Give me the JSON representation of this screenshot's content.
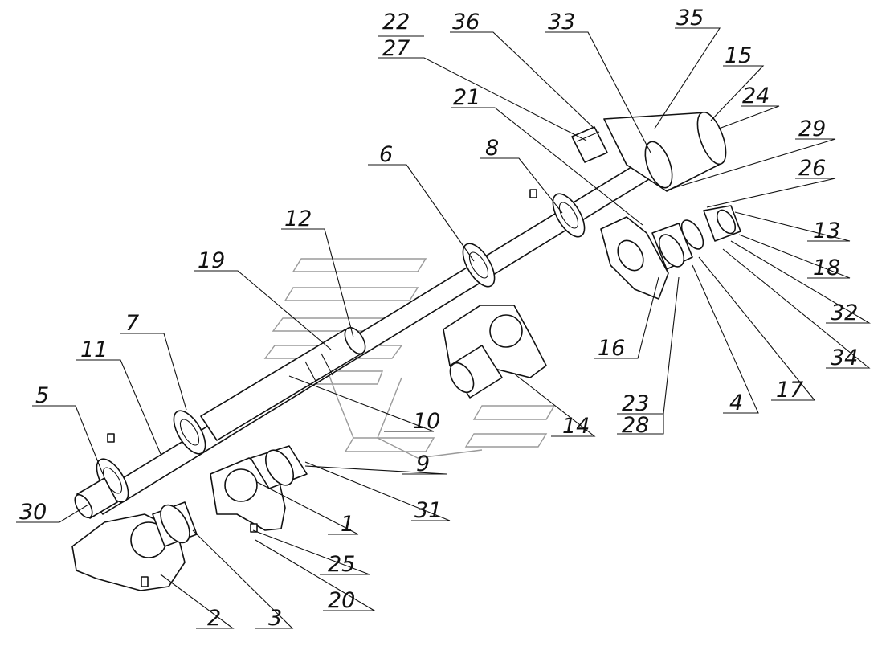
{
  "diagram": {
    "labels": [
      {
        "id": "22",
        "text": "22"
      },
      {
        "id": "27",
        "text": "27"
      },
      {
        "id": "36",
        "text": "36"
      },
      {
        "id": "33",
        "text": "33"
      },
      {
        "id": "35",
        "text": "35"
      },
      {
        "id": "15",
        "text": "15"
      },
      {
        "id": "24",
        "text": "24"
      },
      {
        "id": "21",
        "text": "21"
      },
      {
        "id": "29",
        "text": "29"
      },
      {
        "id": "26",
        "text": "26"
      },
      {
        "id": "8",
        "text": "8"
      },
      {
        "id": "6",
        "text": "6"
      },
      {
        "id": "13",
        "text": "13"
      },
      {
        "id": "18",
        "text": "18"
      },
      {
        "id": "32",
        "text": "32"
      },
      {
        "id": "34",
        "text": "34"
      },
      {
        "id": "12",
        "text": "12"
      },
      {
        "id": "19",
        "text": "19"
      },
      {
        "id": "16",
        "text": "16"
      },
      {
        "id": "17",
        "text": "17"
      },
      {
        "id": "4",
        "text": "4"
      },
      {
        "id": "23",
        "text": "23"
      },
      {
        "id": "28",
        "text": "28"
      },
      {
        "id": "7",
        "text": "7"
      },
      {
        "id": "11",
        "text": "11"
      },
      {
        "id": "10",
        "text": "10"
      },
      {
        "id": "14",
        "text": "14"
      },
      {
        "id": "5",
        "text": "5"
      },
      {
        "id": "9",
        "text": "9"
      },
      {
        "id": "31",
        "text": "31"
      },
      {
        "id": "1",
        "text": "1"
      },
      {
        "id": "30",
        "text": "30"
      },
      {
        "id": "25",
        "text": "25"
      },
      {
        "id": "20",
        "text": "20"
      },
      {
        "id": "2",
        "text": "2"
      },
      {
        "id": "3",
        "text": "3"
      }
    ]
  }
}
